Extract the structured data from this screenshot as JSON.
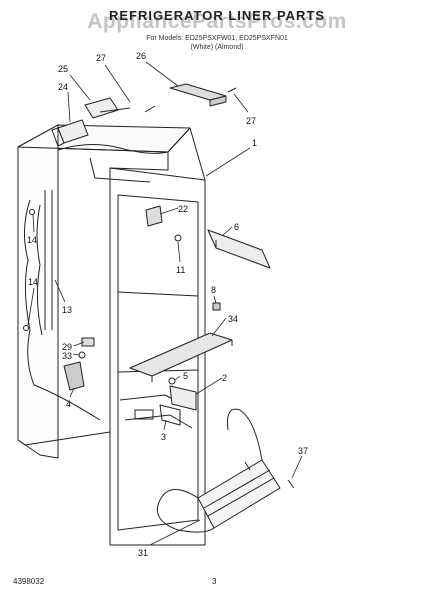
{
  "header": {
    "title": "REFRIGERATOR LINER PARTS",
    "watermark": "AppliancePartsPros.com",
    "models": "For Models: ED25PSXFW01, ED25PSXFN01",
    "colors": "(White)          (Almond)"
  },
  "footer": {
    "doc_number": "4398032",
    "page_number": "3"
  },
  "callouts": [
    {
      "id": "c25",
      "text": "25"
    },
    {
      "id": "c27a",
      "text": "27"
    },
    {
      "id": "c26",
      "text": "26"
    },
    {
      "id": "c24",
      "text": "24"
    },
    {
      "id": "c27b",
      "text": "27"
    },
    {
      "id": "c1",
      "text": "1"
    },
    {
      "id": "c22",
      "text": "22"
    },
    {
      "id": "c6",
      "text": "6"
    },
    {
      "id": "c14a",
      "text": "14"
    },
    {
      "id": "c11",
      "text": "11"
    },
    {
      "id": "c14b",
      "text": "14"
    },
    {
      "id": "c8",
      "text": "8"
    },
    {
      "id": "c13",
      "text": "13"
    },
    {
      "id": "c34",
      "text": "34"
    },
    {
      "id": "c29",
      "text": "29"
    },
    {
      "id": "c33",
      "text": "33"
    },
    {
      "id": "c5",
      "text": "5"
    },
    {
      "id": "c2",
      "text": "2"
    },
    {
      "id": "c4",
      "text": "4"
    },
    {
      "id": "c3",
      "text": "3"
    },
    {
      "id": "c37",
      "text": "37"
    },
    {
      "id": "c31",
      "text": "31"
    }
  ]
}
